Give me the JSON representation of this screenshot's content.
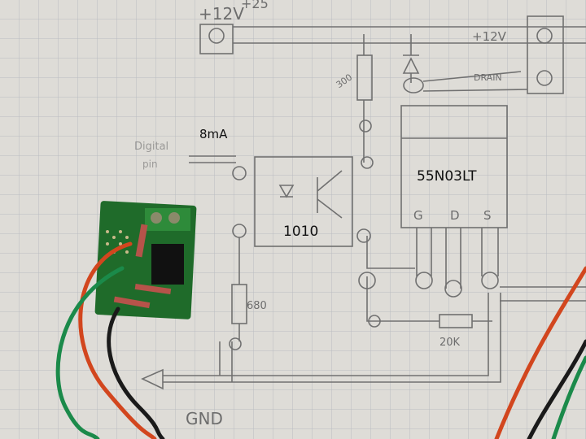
{
  "labels": {
    "supply_top": "+12V",
    "supply_alt": "+25",
    "rail_right": "+12V",
    "drain": "DRAIN",
    "resistor_top": "300",
    "input_line1": "Digital",
    "input_line2": "pin",
    "current": "8mA",
    "optocoupler": "1010",
    "mosfet": "55N03LT",
    "gate": "G",
    "drain_pin": "D",
    "source_pin": "S",
    "resistor_mid": "680",
    "resistor_pulldown": "20K",
    "ground": "GND"
  },
  "colors": {
    "paper": "#dedcd7",
    "grid": "#b9bcc2",
    "pencil": "#707070",
    "board": "#1f6b2a",
    "terminal": "#2e8b3a",
    "wire_red": "#d2461e",
    "wire_green": "#1b8a4a",
    "wire_black": "#1a1a1a"
  }
}
